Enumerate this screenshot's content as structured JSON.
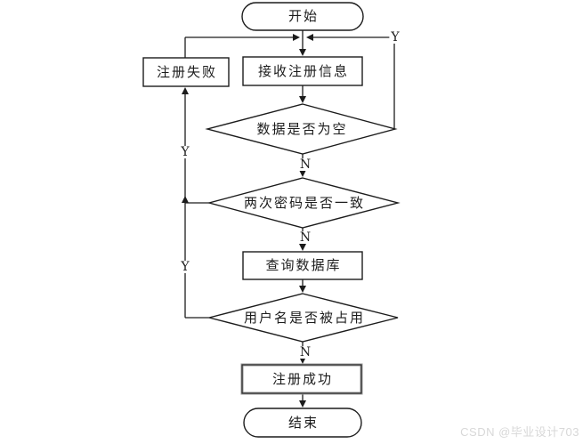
{
  "flowchart": {
    "nodes": {
      "start": "开始",
      "receive_info": "接收注册信息",
      "register_fail": "注册失败",
      "check_data_empty": "数据是否为空",
      "check_password_match": "两次密码是否一致",
      "query_database": "查询数据库",
      "check_username_taken": "用户名是否被占用",
      "register_success": "注册成功",
      "end": "结束"
    },
    "edge_labels": {
      "yes": "Y",
      "no": "N"
    }
  },
  "watermark": {
    "text": "CSDN @毕业设计703",
    "color": "#d8d8d8"
  },
  "colors": {
    "line": "#1c1c1c",
    "text": "#1c1c1c",
    "background": "#ffffff",
    "success_border": "#949494"
  }
}
